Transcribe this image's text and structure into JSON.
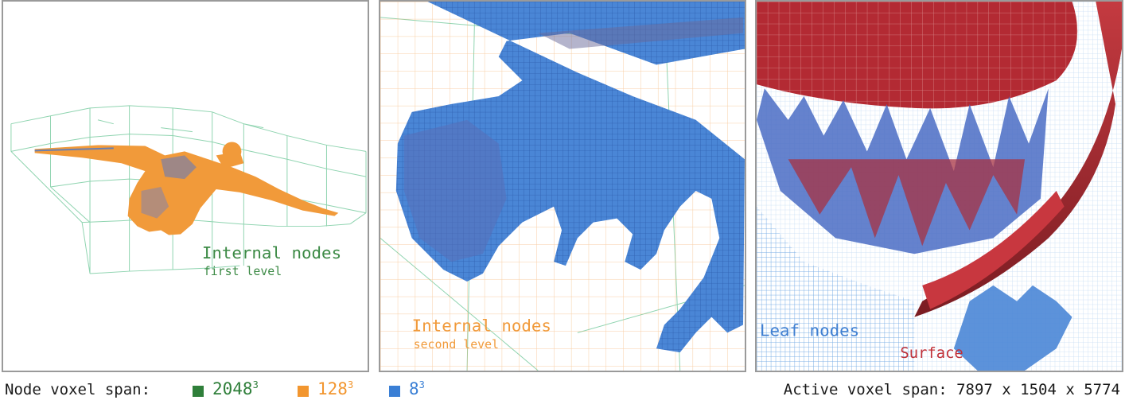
{
  "colors": {
    "level1": "#3c8a45",
    "level2": "#f19a3a",
    "leaf": "#3f7fd1",
    "surface": "#c03038",
    "green_grid": "#8fd4b0",
    "orange_grid": "#f2a65a",
    "blue_grid": "#5b9be0"
  },
  "panels": [
    {
      "label_main": "Internal nodes",
      "label_sub": "first level"
    },
    {
      "label_main": "Internal nodes",
      "label_sub": "second level"
    },
    {
      "label_leaf": "Leaf nodes",
      "label_surface": "Surface"
    }
  ],
  "footer": {
    "span_label": "Node voxel span:",
    "legend": [
      {
        "base": "2048",
        "exp": "3",
        "color": "#2f7f3a"
      },
      {
        "base": "128",
        "exp": "3",
        "color": "#f2962f"
      },
      {
        "base": "8",
        "exp": "3",
        "color": "#3a7fd5"
      }
    ],
    "active_span": "Active voxel span: 7897 x 1504 x 5774"
  }
}
